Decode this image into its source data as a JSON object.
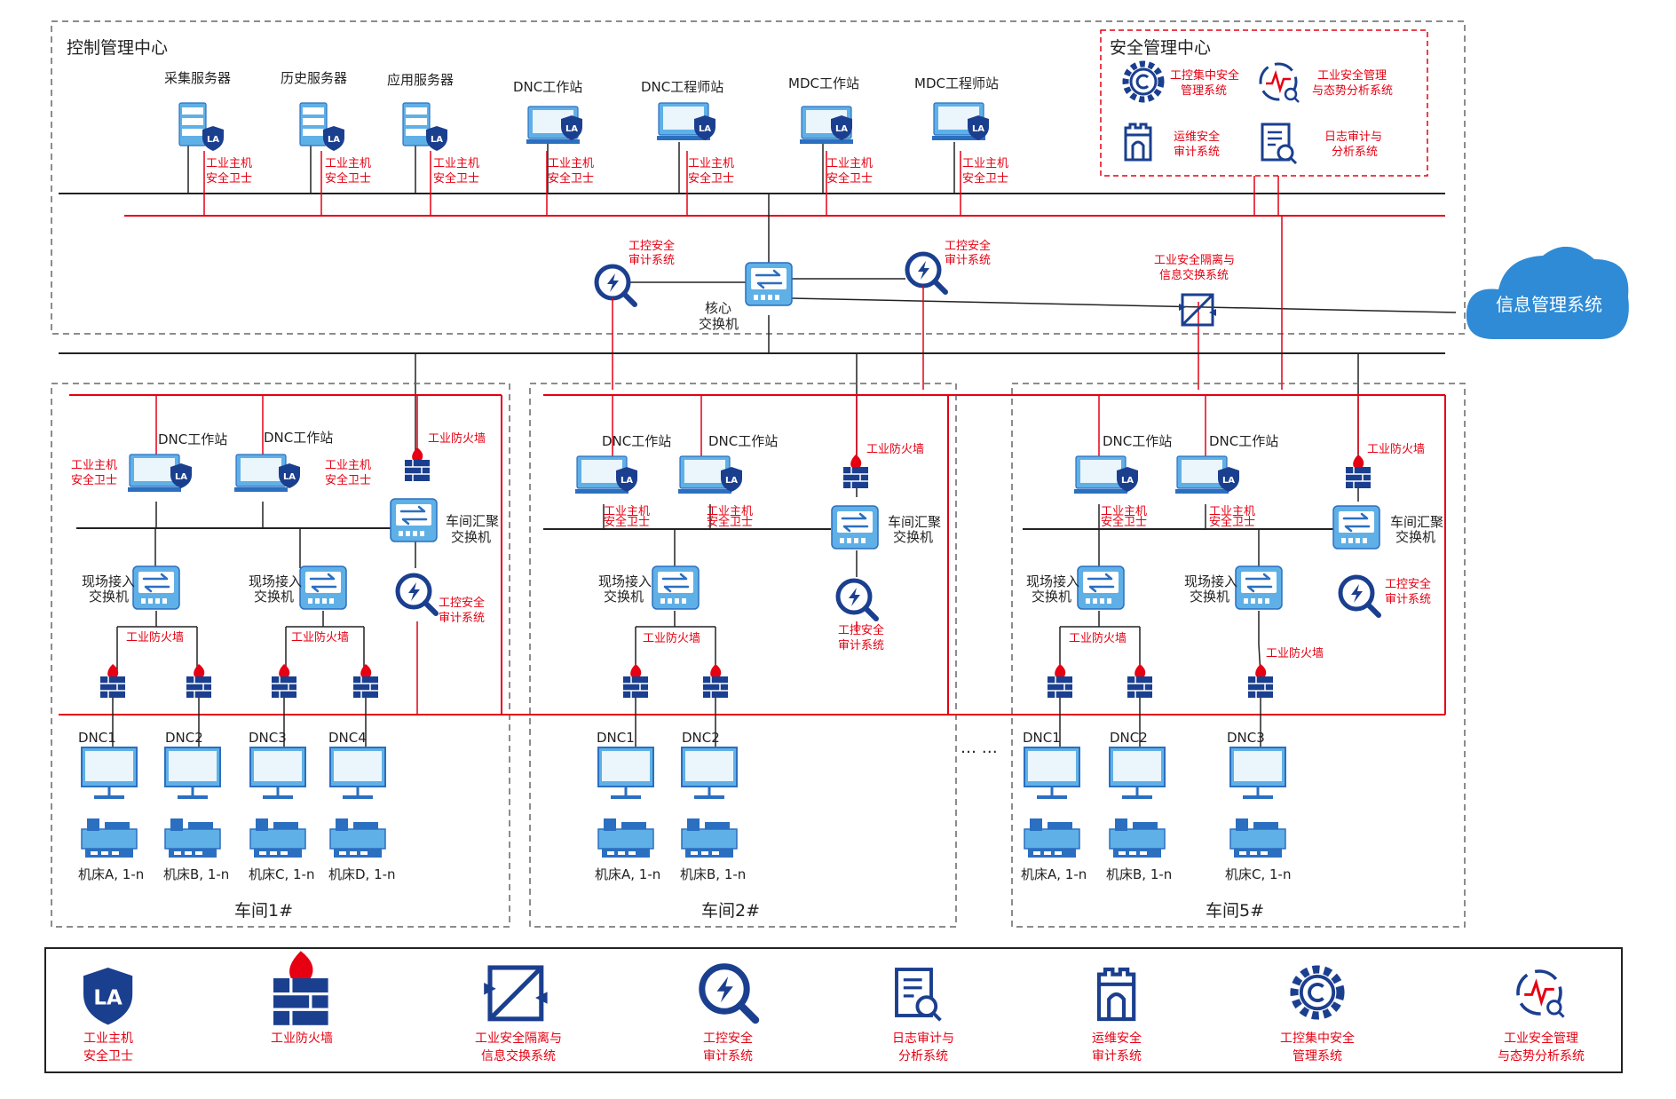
{
  "control_center": {
    "title": "控制管理中心",
    "servers": [
      "采集服务器",
      "历史服务器",
      "应用服务器"
    ],
    "workstations": [
      "DNC工作站",
      "DNC工程师站",
      "MDC工作站",
      "MDC工程师站"
    ],
    "guard_label_1": "工业主机",
    "guard_label_2": "安全卫士",
    "audit_1": "工控安全",
    "audit_2": "审计系统",
    "core_switch_1": "核心",
    "core_switch_2": "交换机",
    "isolation_1": "工业安全隔离与",
    "isolation_2": "信息交换系统"
  },
  "security_center": {
    "title": "安全管理中心",
    "items": [
      {
        "line1": "工控集中安全",
        "line2": "管理系统",
        "icon": "gear-shield-icon"
      },
      {
        "line1": "工业安全管理",
        "line2": "与态势分析系统",
        "icon": "situation-analysis-icon"
      },
      {
        "line1": "运维安全",
        "line2": "审计系统",
        "icon": "castle-tower-icon"
      },
      {
        "line1": "日志审计与",
        "line2": "分析系统",
        "icon": "log-audit-icon"
      }
    ]
  },
  "cloud": {
    "label": "信息管理系统"
  },
  "workshops": [
    {
      "name": "车间1#",
      "dnc": [
        "DNC1",
        "DNC2",
        "DNC3",
        "DNC4"
      ],
      "machines": [
        "机床A, 1-n",
        "机床B, 1-n",
        "机床C, 1-n",
        "机床D, 1-n"
      ]
    },
    {
      "name": "车间2#",
      "dnc": [
        "DNC1",
        "DNC2"
      ],
      "machines": [
        "机床A, 1-n",
        "机床B, 1-n"
      ]
    },
    {
      "name": "车间5#",
      "dnc": [
        "DNC1",
        "DNC2",
        "DNC3"
      ],
      "machines": [
        "机床A, 1-n",
        "机床B, 1-n",
        "机床C, 1-n"
      ]
    }
  ],
  "workshop_labels": {
    "dnc_ws": "DNC工作站",
    "firewall": "工业防火墙",
    "agg_switch_1": "车间汇聚",
    "agg_switch_2": "交换机",
    "field_switch_1": "现场接入",
    "field_switch_2": "交换机",
    "ellipsis": "… …"
  },
  "legend": [
    {
      "line1": "工业主机",
      "line2": "安全卫士",
      "icon": "host-guard-shield-icon"
    },
    {
      "line1": "工业防火墙",
      "line2": "",
      "icon": "firewall-icon"
    },
    {
      "line1": "工业安全隔离与",
      "line2": "信息交换系统",
      "icon": "isolation-exchange-icon"
    },
    {
      "line1": "工控安全",
      "line2": "审计系统",
      "icon": "audit-magnifier-icon"
    },
    {
      "line1": "日志审计与",
      "line2": "分析系统",
      "icon": "log-audit-icon"
    },
    {
      "line1": "运维安全",
      "line2": "审计系统",
      "icon": "castle-tower-icon"
    },
    {
      "line1": "工控集中安全",
      "line2": "管理系统",
      "icon": "gear-shield-icon"
    },
    {
      "line1": "工业安全管理",
      "line2": "与态势分析系统",
      "icon": "situation-analysis-icon"
    }
  ],
  "colors": {
    "primary_blue": "#1a5fb4",
    "light_blue": "#5fb0e6",
    "security_red": "#e60012",
    "navy": "#1b3f8f"
  }
}
